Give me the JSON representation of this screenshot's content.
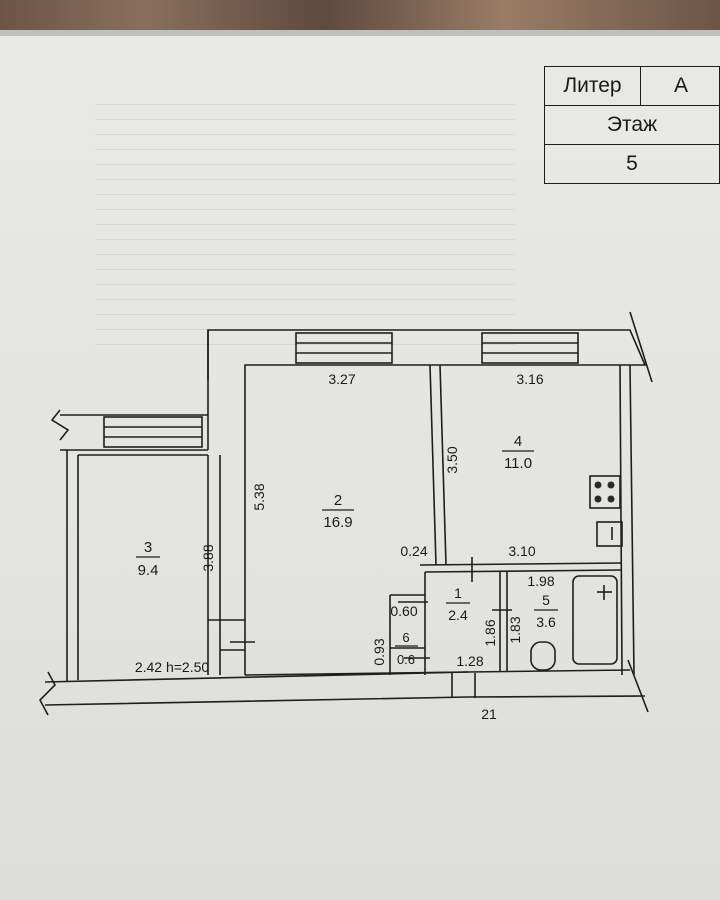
{
  "title_block": {
    "liter_label": "Литер",
    "liter_value": "А",
    "floor_label": "Этаж",
    "floor_value": "5"
  },
  "rooms": [
    {
      "number": "1",
      "area": "2.4"
    },
    {
      "number": "2",
      "area": "16.9"
    },
    {
      "number": "3",
      "area": "9.4"
    },
    {
      "number": "4",
      "area": "11.0"
    },
    {
      "number": "5",
      "area": "3.6"
    },
    {
      "number": "6",
      "area": "0.6"
    }
  ],
  "dimensions": {
    "room2_width": "3.27",
    "room4_width": "3.16",
    "room2_length": "5.38",
    "room4_depth": "3.50",
    "room3_length": "3.88",
    "room3_width_height": "2.42 h=2.50",
    "hall_segment": "0.24",
    "hall_width": "3.10",
    "bath_width": "1.98",
    "closet_width": "0.60",
    "closet_depth": "0.93",
    "room1_depth": "1.86",
    "bath_depth": "1.83",
    "wc_width": "1.28",
    "stair_number": "21"
  },
  "colors": {
    "ink": "#1e1e1e",
    "paper": "#e6e6e3"
  }
}
